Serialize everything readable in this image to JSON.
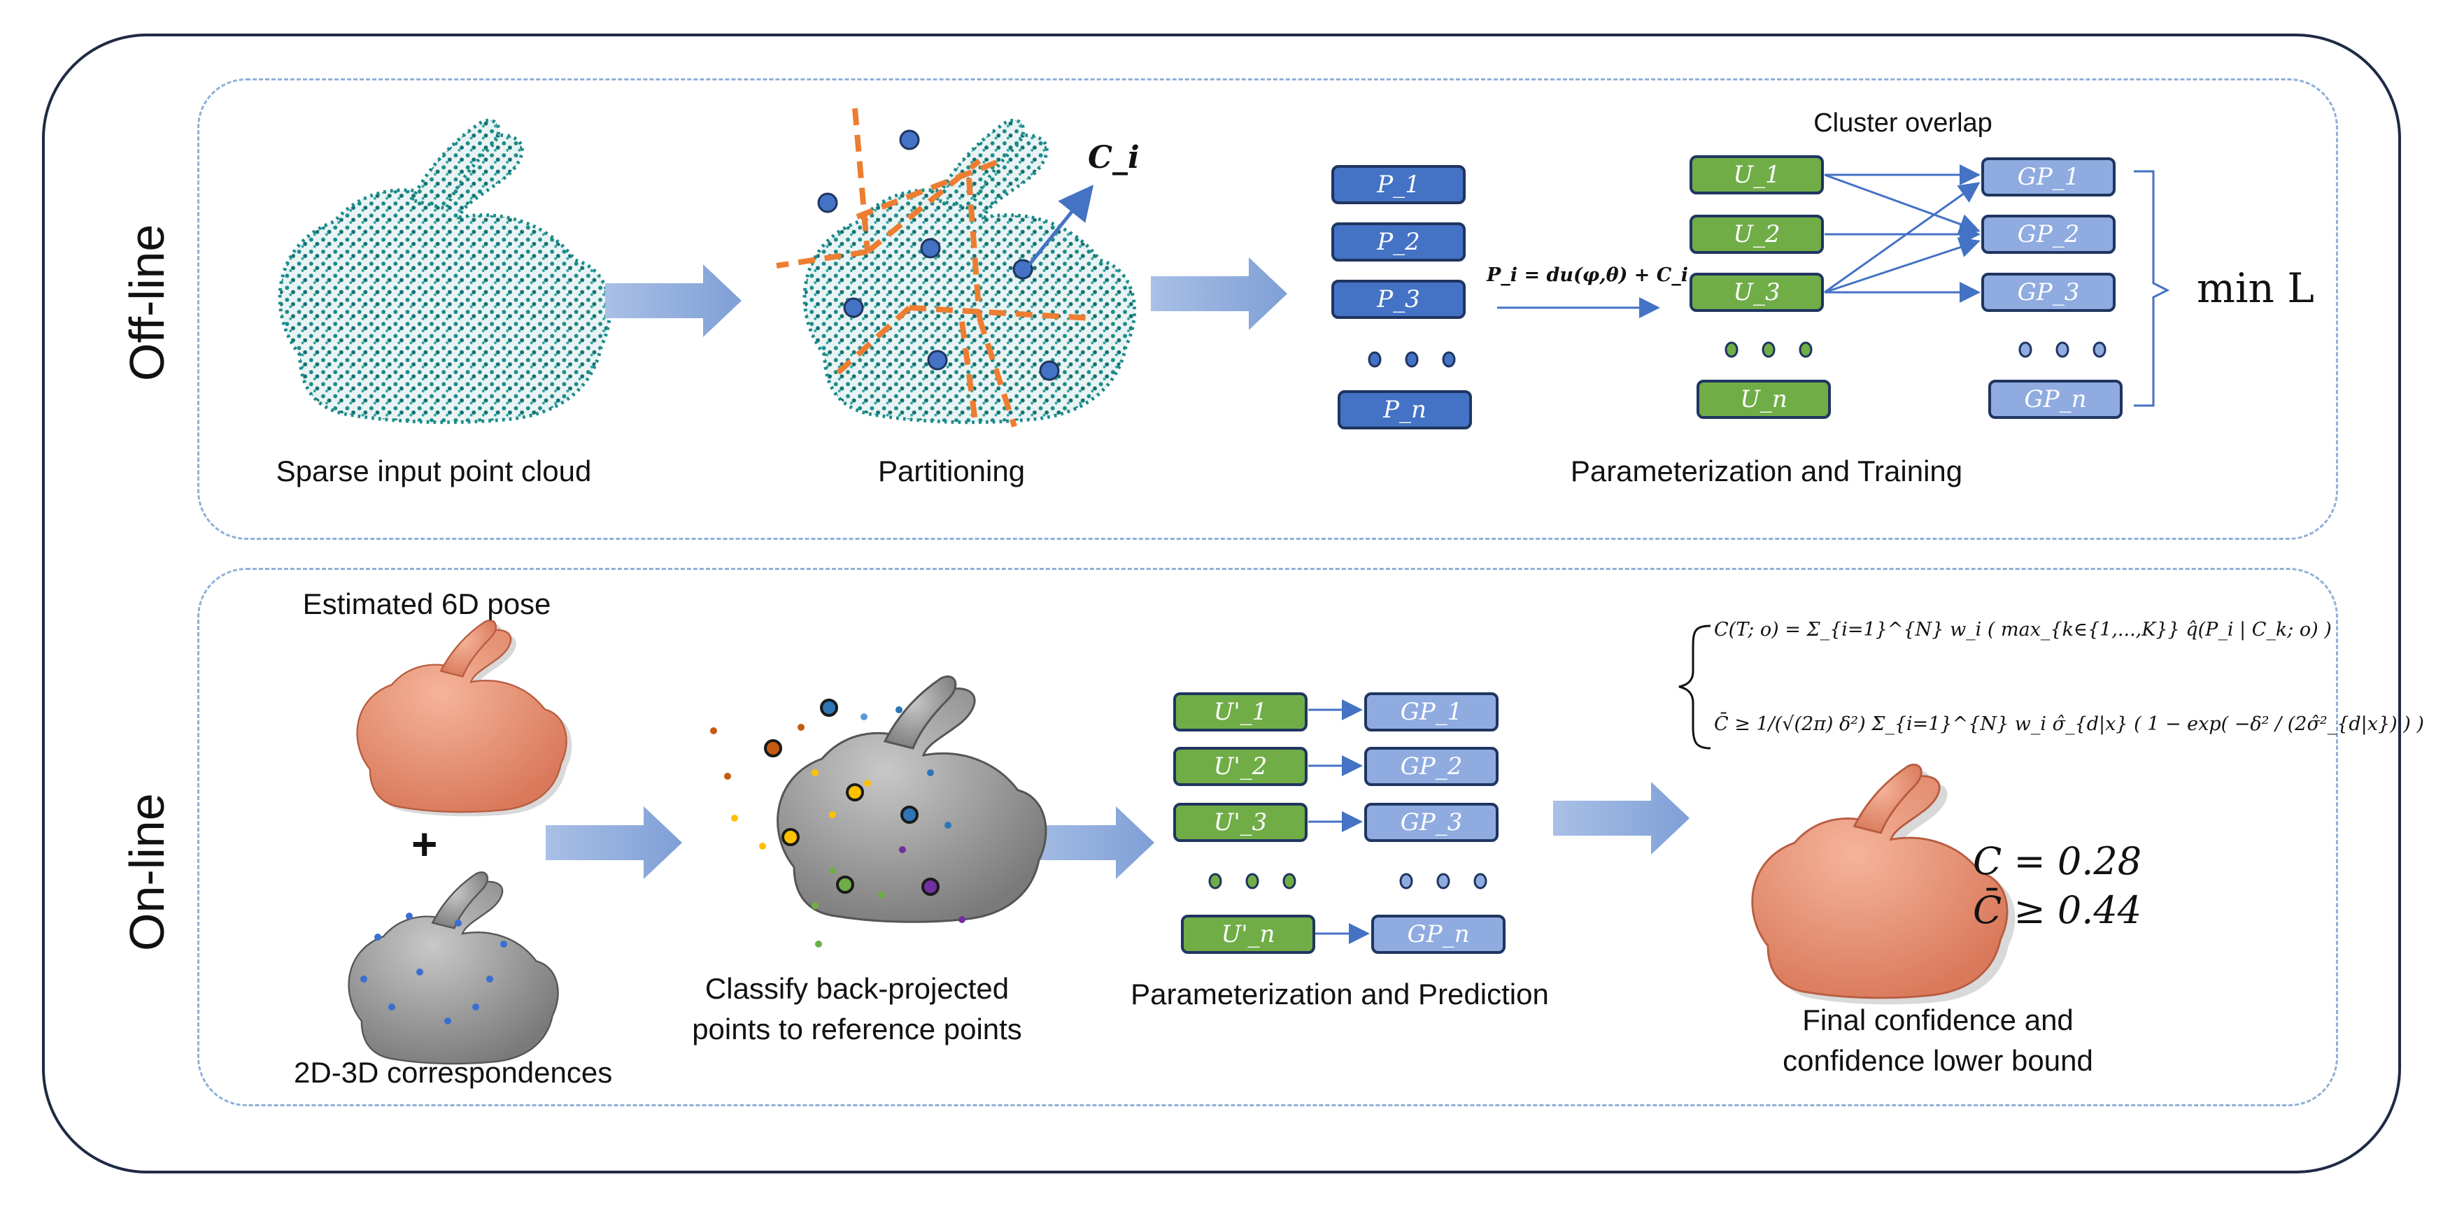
{
  "sections": {
    "offline_label": "Off-line",
    "online_label": "On-line"
  },
  "offline": {
    "caption_cloud": "Sparse input point cloud",
    "caption_partition": "Partitioning",
    "ci_label": "C_i",
    "eq_label": "P_i = du(φ,θ) + C_i",
    "cluster_overlap": "Cluster overlap",
    "p_boxes": [
      "P_1",
      "P_2",
      "P_3",
      "P_n"
    ],
    "u_boxes": [
      "U_1",
      "U_2",
      "U_3",
      "U_n"
    ],
    "gp_boxes": [
      "GP_1",
      "GP_2",
      "GP_3",
      "GP_n"
    ],
    "min_L": "min L",
    "caption_param": "Parameterization and Training"
  },
  "online": {
    "caption_pose": "Estimated 6D pose",
    "plus": "+",
    "caption_corr": "2D-3D correspondences",
    "caption_classify": "Classify back-projected points to reference points",
    "u_boxes": [
      "U'_1",
      "U'_2",
      "U'_3",
      "U'_n"
    ],
    "gp_boxes": [
      "GP_1",
      "GP_2",
      "GP_3",
      "GP_n"
    ],
    "caption_predict": "Parameterization and Prediction",
    "formula1": "C(T; o) = Σ_{i=1}^{N} w_i ( max_{k∈{1,...,K}} q̂(P_i | C_k; o) )",
    "formula2": "C̄ ≥ 1/(√(2π) δ²) Σ_{i=1}^{N} w_i σ̂_{d|x} ( 1 − exp( −δ² / (2σ̂²_{d|x}) ) )",
    "c_value": "C = 0.28",
    "cbar_value": "C̄ ≥ 0.44",
    "caption_final": "Final confidence and confidence lower bound"
  },
  "colors": {
    "p_box": "#4472c4",
    "u_box": "#70ad47",
    "gp_box": "#8fabe0",
    "arrow": "#4472c4",
    "big_arrow": "#8eaadb",
    "partition_line": "#ed7d31",
    "point_cloud": "#1b8a8a",
    "bunny_pose": "#e8967a",
    "bunny_gray": "#8c8c8c"
  }
}
